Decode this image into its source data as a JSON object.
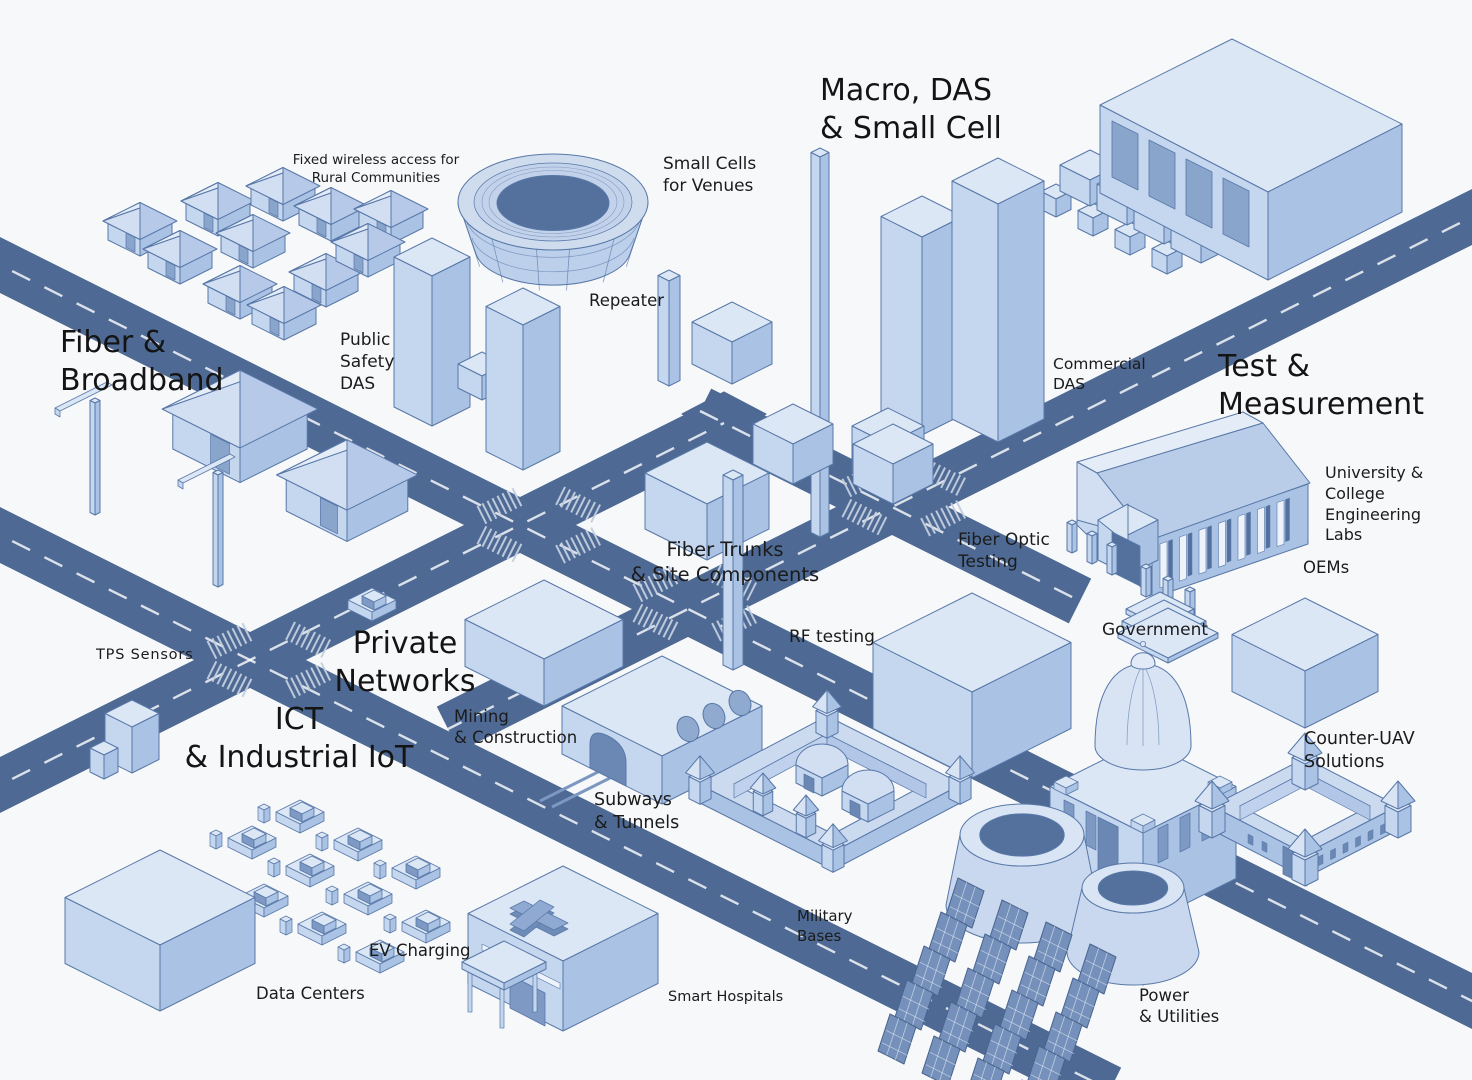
{
  "palette": {
    "background": "#f7f8fa",
    "road": "#4e6a94",
    "road_dash": "#ffffff",
    "crosswalk": "#c3cfdf",
    "box_top": "#dce7f6",
    "box_left": "#c5d6ef",
    "box_right": "#aac2e4",
    "outline": "#5878a8",
    "dark_accent": "#54719d",
    "roof_light": "#d2dff2",
    "roof_dark": "#b6c9e8",
    "opening_dark": "#6b88b5",
    "solar": "#7590ba",
    "text": "#1b1b1b"
  },
  "titles": {
    "fiber_broadband": "Fiber &\nBroadband",
    "macro_das": "Macro, DAS\n& Small Cell",
    "test_measurement": "Test &\nMeasurement",
    "private_networks": "Private\nNetworks",
    "ict_iot": "ICT\n& Industrial IoT"
  },
  "labels": {
    "fixed_wireless": "Fixed wireless access for\nRural Communities",
    "small_cells_venues": "Small Cells\nfor Venues",
    "repeater": "Repeater",
    "public_safety_das": "Public\nSafety\nDAS",
    "commercial_das": "Commercial\nDAS",
    "university_labs": "University &\nCollege\nEngineering\nLabs",
    "oems": "OEMs",
    "fiber_trunks": "Fiber Trunks\n& Site Components",
    "fiber_optic_testing": "Fiber Optic\nTesting",
    "rf_testing": "RF testing",
    "government": "Government",
    "tps_sensors": "TPS Sensors",
    "mining_construction": "Mining\n& Construction",
    "subways_tunnels": "Subways\n& Tunnels",
    "counter_uav": "Counter-UAV\nSolutions",
    "military_bases": "Military\nBases",
    "ev_charging": "EV Charging",
    "data_centers": "Data Centers",
    "smart_hospitals": "Smart Hospitals",
    "power_utilities": "Power\n& Utilities"
  }
}
